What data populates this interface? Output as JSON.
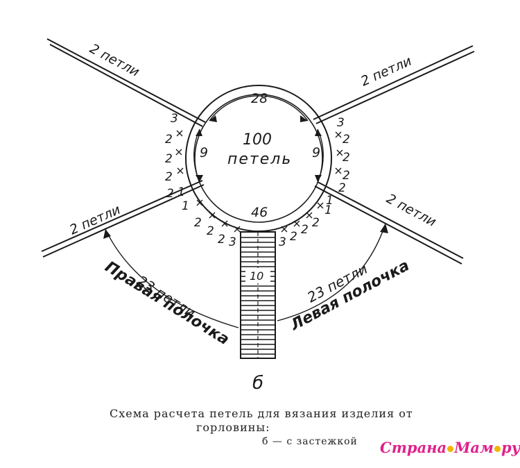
{
  "labels": {
    "strap": "2 петли",
    "total_count": "100",
    "total_word": "петель",
    "top": "28",
    "bottom": "46",
    "side_left": "9",
    "side_right": "9",
    "placket": "10",
    "front_right_count": "23 петли",
    "front_right_name": "Правая полочка",
    "front_left_count": "23 петли",
    "front_left_name": "Левая полочка",
    "variant": "б"
  },
  "left_marks": [
    "3",
    "2",
    "2",
    "2",
    "2",
    "1",
    "1",
    "2",
    "2",
    "2",
    "3"
  ],
  "right_marks": [
    "3",
    "2",
    "2",
    "2",
    "2",
    "1",
    "1",
    "2",
    "2",
    "2",
    "3"
  ],
  "caption": {
    "line1": "Схема расчета петель для вязания изделия от",
    "line2": "горловины:",
    "line3": "б — с застежкой"
  },
  "logo": {
    "part1": "Страна",
    "part2": "Мам",
    "part3": "ру"
  }
}
